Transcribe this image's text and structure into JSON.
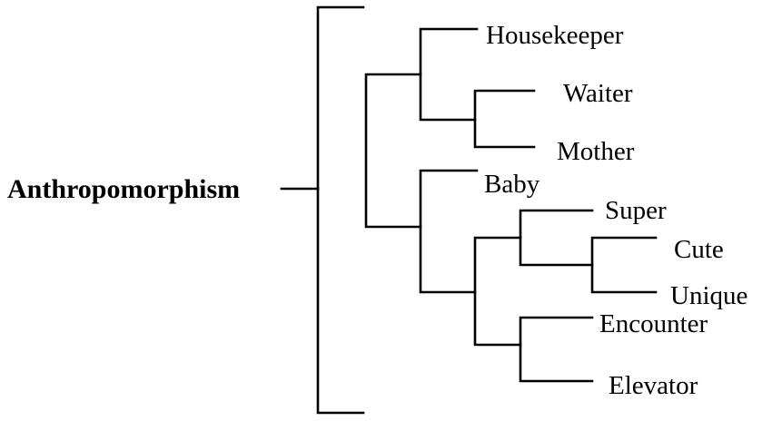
{
  "root": {
    "label": "Anthropomorphism"
  },
  "leaves": {
    "housekeeper": "Housekeeper",
    "waiter": "Waiter",
    "mother": "Mother",
    "baby": "Baby",
    "super": "Super",
    "cute": "Cute",
    "unique": "Unique",
    "encounter": "Encounter",
    "elevator": "Elevator"
  }
}
